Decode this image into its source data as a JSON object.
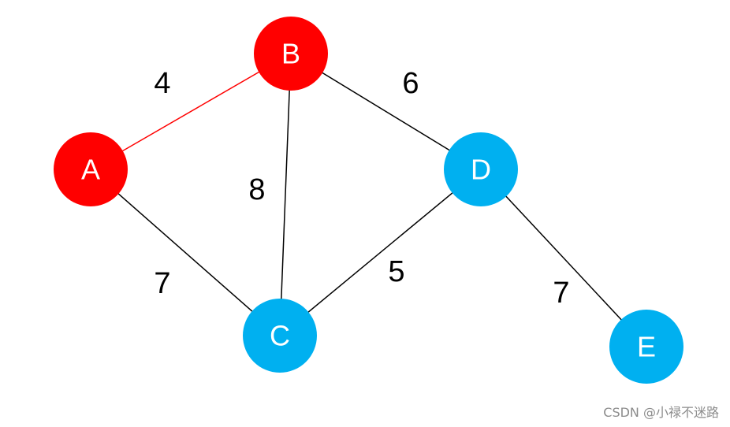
{
  "graph": {
    "nodes": [
      {
        "id": "A",
        "label": "A",
        "color": "#ff0000"
      },
      {
        "id": "B",
        "label": "B",
        "color": "#ff0000"
      },
      {
        "id": "C",
        "label": "C",
        "color": "#00b0f0"
      },
      {
        "id": "D",
        "label": "D",
        "color": "#00b0f0"
      },
      {
        "id": "E",
        "label": "E",
        "color": "#00b0f0"
      }
    ],
    "edges": [
      {
        "id": "A-B",
        "from": "A",
        "to": "B",
        "weight": "4",
        "color": "#ff0000"
      },
      {
        "id": "B-D",
        "from": "B",
        "to": "D",
        "weight": "6",
        "color": "#000000"
      },
      {
        "id": "B-C",
        "from": "B",
        "to": "C",
        "weight": "8",
        "color": "#000000"
      },
      {
        "id": "A-C",
        "from": "A",
        "to": "C",
        "weight": "7",
        "color": "#000000"
      },
      {
        "id": "C-D",
        "from": "C",
        "to": "D",
        "weight": "5",
        "color": "#000000"
      },
      {
        "id": "D-E",
        "from": "D",
        "to": "E",
        "weight": "7",
        "color": "#000000"
      }
    ]
  },
  "watermark": "CSDN @小禄不迷路"
}
